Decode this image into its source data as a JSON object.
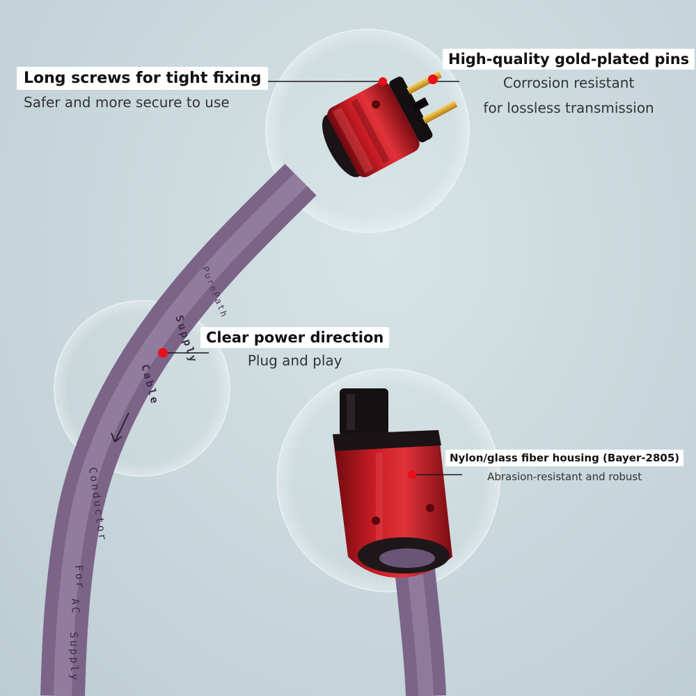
{
  "callouts": {
    "screws": {
      "title": "Long screws for tight fixing",
      "subtitle": "Safer and more secure to use"
    },
    "pins": {
      "title": "High-quality gold-plated pins",
      "line1": "Corrosion resistant",
      "line2": "for lossless transmission"
    },
    "direction": {
      "title": "Clear power direction",
      "subtitle": "Plug and play"
    },
    "housing": {
      "title": "Nylon/glass fiber housing (Bayer-2805)",
      "subtitle": "Abrasion-resistant and robust"
    }
  },
  "cable_print": {
    "text1": "Supply",
    "text2": "Cable",
    "text3": "Conductor",
    "text4": "For",
    "text5": "AC",
    "text6": "Supply",
    "brand": "PurePath"
  },
  "colors": {
    "cable": "#8a7398",
    "plug_red": "#b3151d",
    "pin_gold": "#e3a91c",
    "marker": "#e8101a",
    "background": "#c9d8dc"
  }
}
